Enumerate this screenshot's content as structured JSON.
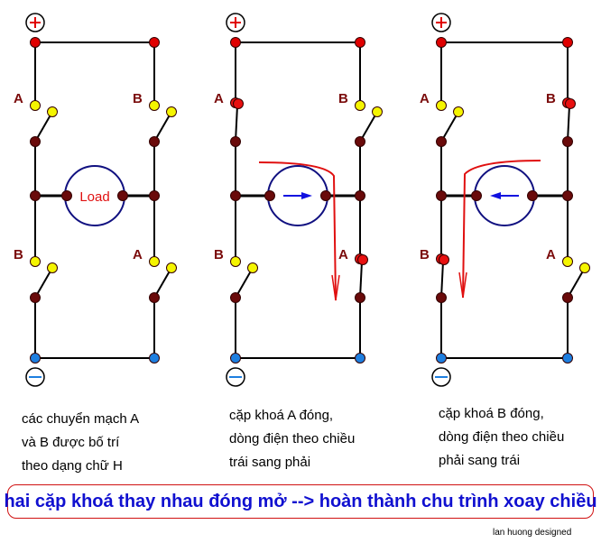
{
  "colors": {
    "wire": "#000000",
    "positive": "#e00000",
    "negative": "#1e7fe0",
    "node": "#6a0a0a",
    "contact_open": "#f5f500",
    "contact_closed": "#e81010",
    "load": "#101080",
    "current": "#e01010",
    "label": "#7a0a0a",
    "banner_text": "#1010d0"
  },
  "terminals": {
    "positive": "+",
    "negative": "−"
  },
  "panels": [
    {
      "load_label": "Load",
      "labels": {
        "top_left": "A",
        "top_right": "B",
        "bottom_left": "B",
        "bottom_right": "A"
      },
      "closed": {
        "top_left": false,
        "top_right": false,
        "bottom_left": false,
        "bottom_right": false
      },
      "current": "none",
      "caption": [
        "các chuyển mạch A",
        "và B được bố trí",
        "theo dạng chữ H"
      ]
    },
    {
      "load_label": "",
      "labels": {
        "top_left": "A",
        "top_right": "B",
        "bottom_left": "B",
        "bottom_right": "A"
      },
      "closed": {
        "top_left": true,
        "top_right": false,
        "bottom_left": false,
        "bottom_right": true
      },
      "current": "left-to-right",
      "caption": [
        "cặp khoá A đóng,",
        "dòng điện theo chiều",
        "trái sang phải"
      ]
    },
    {
      "load_label": "",
      "labels": {
        "top_left": "A",
        "top_right": "B",
        "bottom_left": "B",
        "bottom_right": "A"
      },
      "closed": {
        "top_left": false,
        "top_right": true,
        "bottom_left": true,
        "bottom_right": false
      },
      "current": "right-to-left",
      "caption": [
        "cặp khoá B đóng,",
        "dòng điện theo chiều",
        "phải sang trái"
      ]
    }
  ],
  "banner": "hai cặp khoá thay nhau đóng mở --> hoàn thành chu trình xoay chiều",
  "credit": "lan huong designed"
}
